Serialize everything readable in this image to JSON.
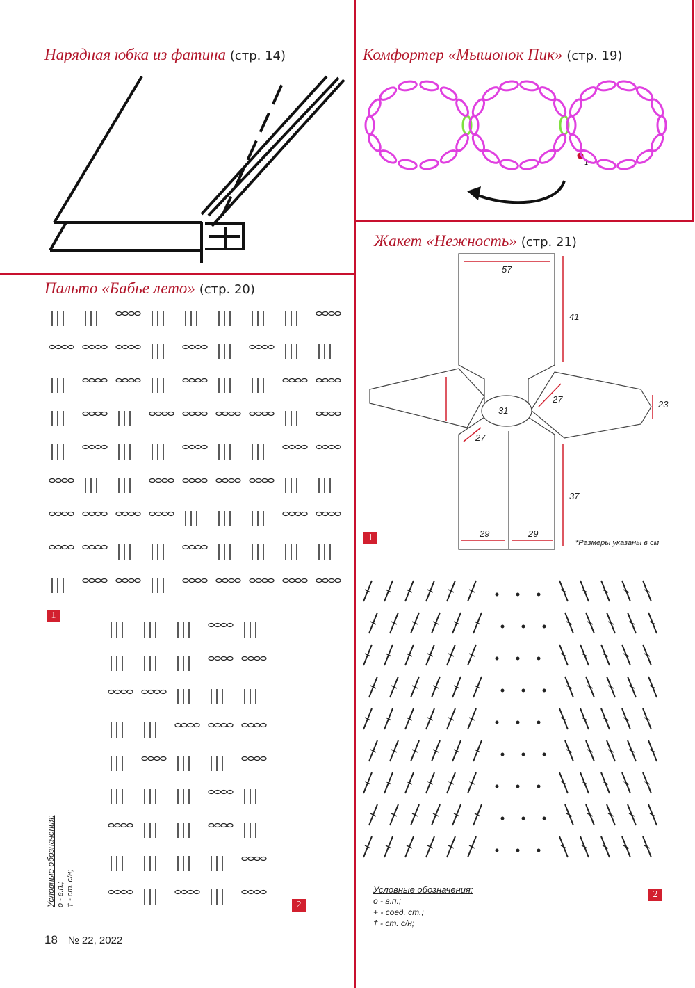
{
  "sections": {
    "skirt": {
      "title": "Нарядная юбка из фатина",
      "page_ref": "(стр. 14)"
    },
    "comforter": {
      "title": "Комфортер «Мышонок Пик»",
      "page_ref": "(стр. 19)",
      "marker_label": "1"
    },
    "jacket": {
      "title": "Жакет «Нежность»",
      "page_ref": "(стр. 21)",
      "badge": "1",
      "measurements": {
        "top_width": "57",
        "back_length": "41",
        "sleeve_seam": "27",
        "sleeve_width": "23",
        "neck": "31",
        "front_seam": "27",
        "front_length": "37",
        "front_left_width": "29",
        "front_right_width": "29"
      },
      "note": "*Размеры указаны в см",
      "chart_badge": "2",
      "legend": {
        "heading": "Условные обозначения:",
        "items": [
          "o - в.п.;",
          "+ - соед. ст.;",
          "† - ст. с/н;"
        ]
      }
    },
    "coat": {
      "title": "Пальто «Бабье лето»",
      "page_ref": "(стр. 20)",
      "badge1": "1",
      "badge2": "2",
      "legend": {
        "heading": "Условные обозначения:",
        "items": [
          "o - в.п.;",
          "† - ст. с/н;"
        ]
      }
    }
  },
  "footer": {
    "page_number": "18",
    "issue": "№ 22, 2022"
  },
  "colors": {
    "accent": "#c8102e",
    "loop_magenta": "#e040e0",
    "loop_green": "#80e040"
  }
}
